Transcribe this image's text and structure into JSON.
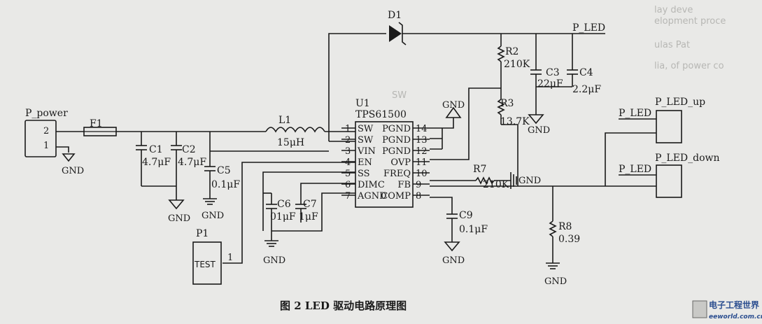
{
  "diagram": {
    "caption": "图 2 LED 驱动电路原理图",
    "watermark": {
      "name": "电子工程世界",
      "url": "eeworld.com.cn"
    },
    "background_text": [
      "lay deve",
      "elopment proce",
      "ulas Pat",
      "lia, of power co",
      "SW"
    ],
    "ic": {
      "ref": "U1",
      "part": "TPS61500",
      "left_pins": [
        {
          "num": "1",
          "name": "SW"
        },
        {
          "num": "2",
          "name": "SW"
        },
        {
          "num": "3",
          "name": "VIN"
        },
        {
          "num": "4",
          "name": "EN"
        },
        {
          "num": "5",
          "name": "SS"
        },
        {
          "num": "6",
          "name": "DIMC"
        },
        {
          "num": "7",
          "name": "AGND"
        }
      ],
      "right_pins": [
        {
          "num": "14",
          "name": "PGND"
        },
        {
          "num": "13",
          "name": "PGND"
        },
        {
          "num": "12",
          "name": "PGND"
        },
        {
          "num": "11",
          "name": "OVP"
        },
        {
          "num": "10",
          "name": "FREQ"
        },
        {
          "num": "9",
          "name": "FB"
        },
        {
          "num": "8",
          "name": "COMP"
        }
      ]
    },
    "components": {
      "p_power": {
        "name": "P_power",
        "pin_top": "2",
        "pin_bottom": "1"
      },
      "f1": {
        "ref": "F1"
      },
      "c1": {
        "ref": "C1",
        "value": "4.7μF"
      },
      "c2": {
        "ref": "C2",
        "value": "4.7μF"
      },
      "c5": {
        "ref": "C5",
        "value": "0.1μF"
      },
      "l1": {
        "ref": "L1",
        "value": "15μH"
      },
      "d1": {
        "ref": "D1"
      },
      "r2": {
        "ref": "R2",
        "value": "210K"
      },
      "r3": {
        "ref": "R3",
        "value": "13.7K"
      },
      "r7": {
        "ref": "R7",
        "value": "210K"
      },
      "r8": {
        "ref": "R8",
        "value": "0.39"
      },
      "c3": {
        "ref": "C3",
        "value": "22μF"
      },
      "c4": {
        "ref": "C4",
        "value": "2.2μF"
      },
      "c6": {
        "ref": "C6",
        "value": "01μF"
      },
      "c7": {
        "ref": "C7",
        "value": "1μF"
      },
      "c9": {
        "ref": "C9",
        "value": "0.1μF"
      },
      "p1": {
        "ref": "P1",
        "name": "TEST",
        "pin": "1"
      }
    },
    "nets": {
      "p_led": "P_LED",
      "p_led_up": "P_LED_up",
      "p_led_down": "P_LED_down",
      "gnd": "GND"
    }
  }
}
